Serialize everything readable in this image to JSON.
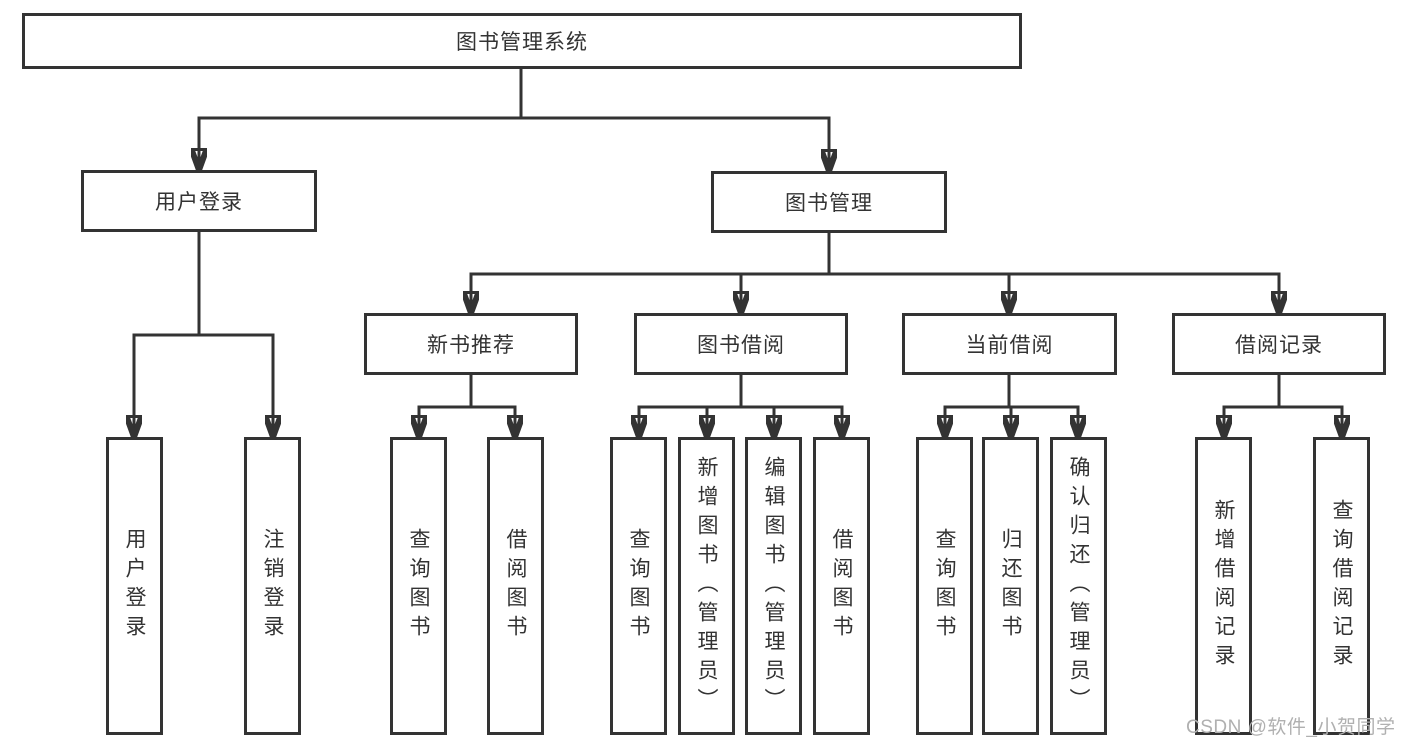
{
  "diagram": {
    "title": "图书管理系统",
    "tree": {
      "root": {
        "label": "图书管理系统"
      },
      "branches": [
        {
          "label": "用户登录",
          "children": [
            {
              "label": "用户登录"
            },
            {
              "label": "注销登录"
            }
          ]
        },
        {
          "label": "图书管理",
          "children": [
            {
              "label": "新书推荐",
              "children": [
                {
                  "label": "查询图书"
                },
                {
                  "label": "借阅图书"
                }
              ]
            },
            {
              "label": "图书借阅",
              "children": [
                {
                  "label": "查询图书"
                },
                {
                  "label": "新增图书（管理员）"
                },
                {
                  "label": "编辑图书（管理员）"
                },
                {
                  "label": "借阅图书"
                }
              ]
            },
            {
              "label": "当前借阅",
              "children": [
                {
                  "label": "查询图书"
                },
                {
                  "label": "归还图书"
                },
                {
                  "label": "确认归还（管理员）"
                }
              ]
            },
            {
              "label": "借阅记录",
              "children": [
                {
                  "label": "新增借阅记录"
                },
                {
                  "label": "查询借阅记录"
                }
              ]
            }
          ]
        }
      ]
    },
    "colors": {
      "line": "#333333",
      "text": "#333333",
      "watermark": "#b0b0b0",
      "background": "#ffffff"
    },
    "watermark": "CSDN @软件_小贺同学"
  }
}
